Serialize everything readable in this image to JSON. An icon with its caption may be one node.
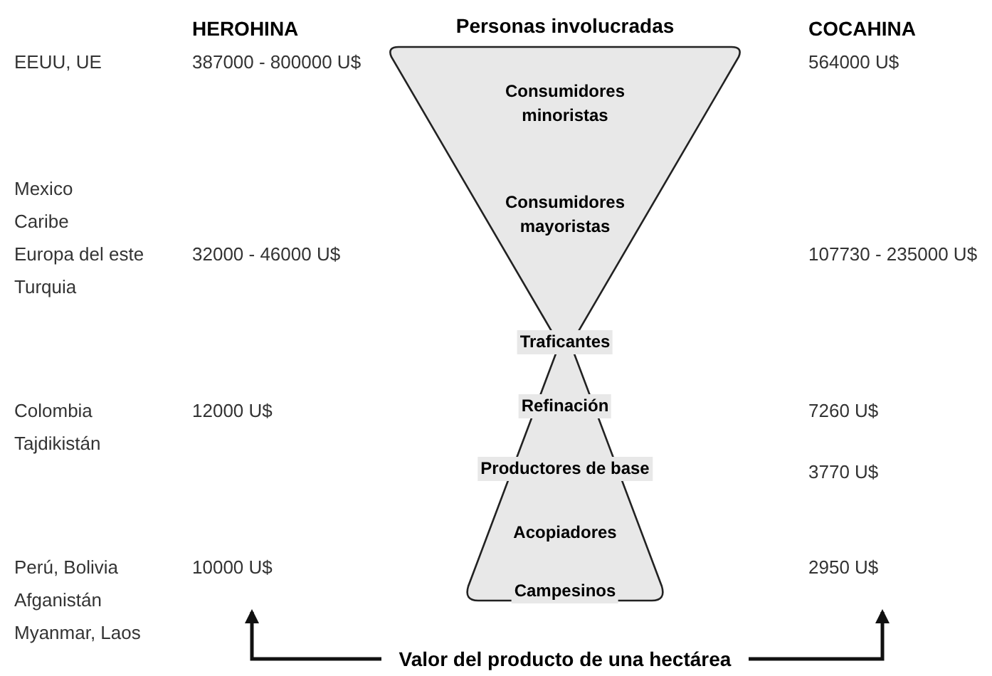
{
  "diagram": {
    "nodes": [
      {
        "text": [
          "Personas involucradas",
          "Consumidores minoristas",
          "Consumidores mayoristas",
          "Traficantes",
          "Refinación",
          "Productores de base",
          "Acopiadores",
          "Campesinos"
        ]
      },
      {
        "text": [
          "Valor del producto de una hectárea"
        ]
      }
    ],
    "edges": [
      {
        "from": 1,
        "to": null,
        "arrow": "to"
      },
      {
        "from": 1,
        "to": null,
        "arrow": "to"
      }
    ],
    "labels": [
      "HEROHINA",
      "COCAHINA",
      "EEUU, UE",
      "387000 - 800000 U$",
      "564000 U$",
      "Mexico",
      "Caribe",
      "Europa del este",
      "32000 - 46000 U$",
      "107730 - 235000 U$",
      "Turquia",
      "Colombia",
      "12000 U$",
      "7260 U$",
      "Tajdikistán",
      "3770 U$",
      "Perú, Bolivia",
      "10000 U$",
      "2950 U$",
      "Afganistán",
      "Myanmar, Laos"
    ]
  }
}
